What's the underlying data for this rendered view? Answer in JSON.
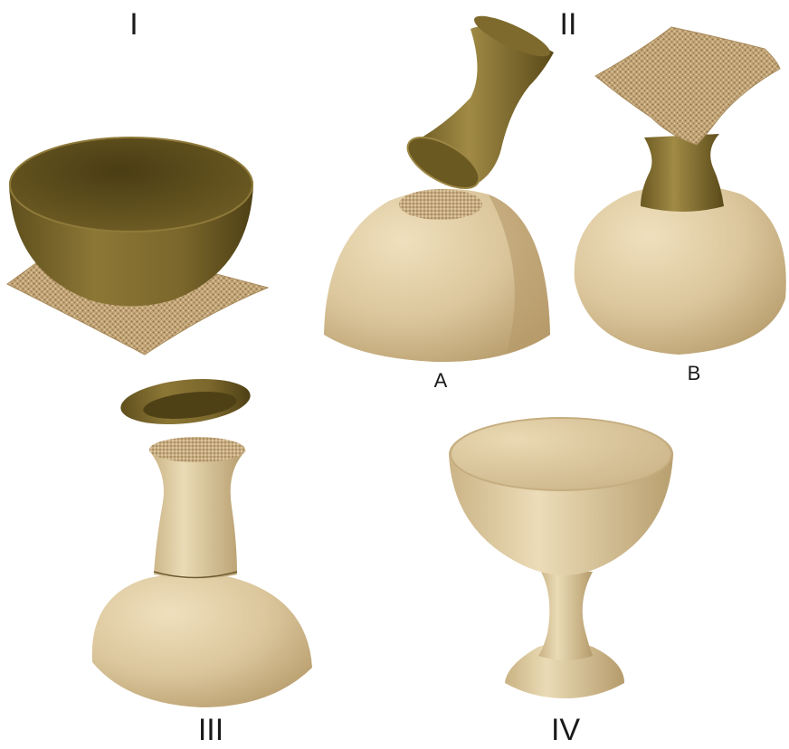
{
  "labels": {
    "panel_1": "I",
    "panel_2": "II",
    "panel_3": "III",
    "panel_4": "IV",
    "sub_a": "A",
    "sub_b": "B"
  },
  "colors": {
    "olive_clay": "#8a7435",
    "olive_dark": "#5c4c1c",
    "tan_clay": "#dcc79d",
    "tan_dark": "#b89f6e",
    "cloth": "#c0a276",
    "background": "#ffffff"
  }
}
